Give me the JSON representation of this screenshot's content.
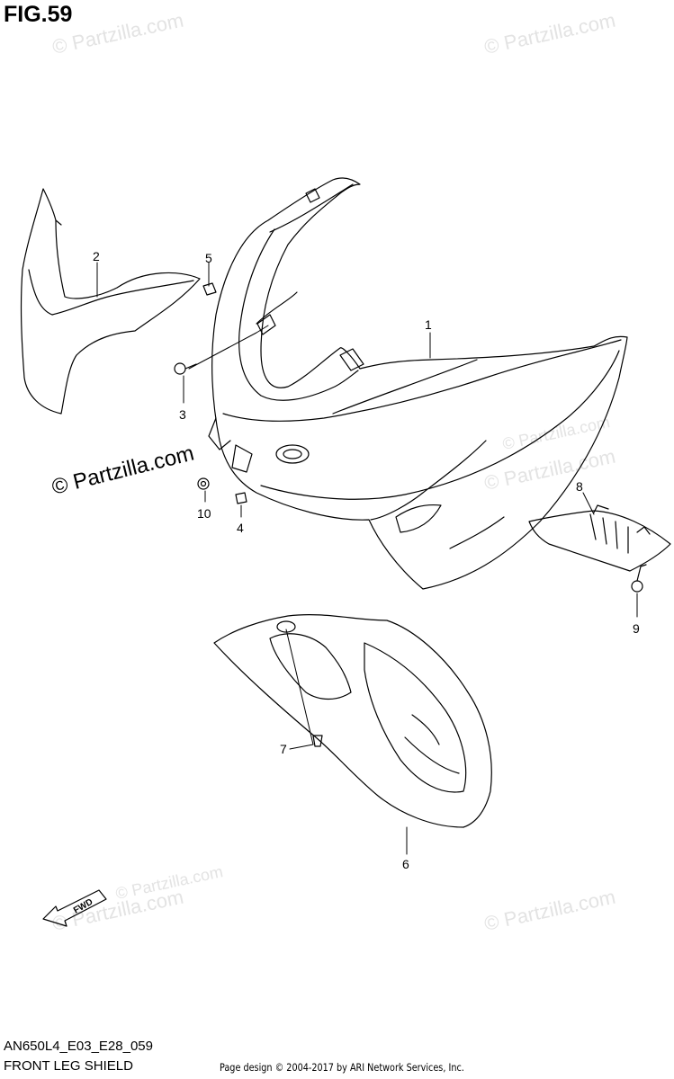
{
  "figure_label": "FIG.59",
  "diagram_code": "AN650L4_E03_E28_059",
  "diagram_title": "FRONT LEG SHIELD",
  "credit": "Page design © 2004-2017 by ARI Network Services, Inc.",
  "fwd_label": "FWD",
  "watermarks": [
    "© Partzilla.com",
    "© Partzilla.com",
    "© Partzilla.com",
    "© Partzilla.com",
    "© Partzilla.com",
    "© Partzilla.com",
    "© Partzilla.com",
    "© Partzilla.com"
  ],
  "callouts": [
    "1",
    "2",
    "3",
    "4",
    "5",
    "6",
    "7",
    "8",
    "9",
    "10"
  ],
  "colors": {
    "line": "#000000",
    "watermark_faint": "#e3e3e3",
    "background": "#ffffff"
  }
}
